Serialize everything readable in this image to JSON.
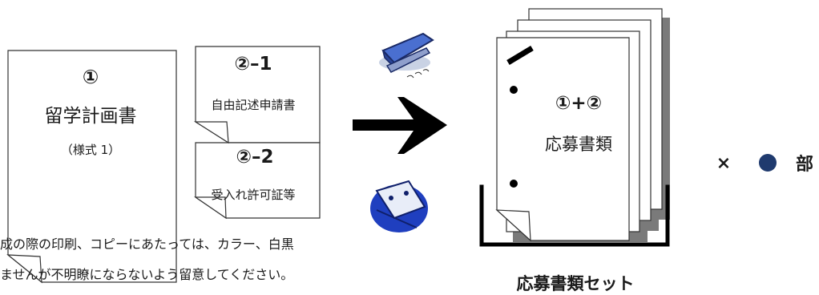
{
  "doc1": {
    "number": "①",
    "title": "留学計画書",
    "form": "（様式 1）"
  },
  "doc2_1": {
    "number": "②–1",
    "title": "自由記述申請書"
  },
  "doc2_2": {
    "number": "②–2",
    "title": "受入れ許可証等"
  },
  "set": {
    "number": "①+②",
    "title": "応募書類",
    "caption": "応募書類セット"
  },
  "count": {
    "times": "×",
    "unit": "部"
  },
  "note": {
    "line1": "成の際の印刷、コピーにあたっては、カラー、白黒",
    "line2": "ませんが不明瞭にならないよう留意してください。"
  },
  "icons": {
    "stapler": "stapler-icon",
    "hole_punch": "hole-punch-icon",
    "arrow": "right-arrow-icon",
    "blank": "blank-circle-icon"
  },
  "colors": {
    "ink": "#111111",
    "stapler_blue": "#4a6fd0",
    "punch_blue": "#1f3fbf",
    "dot": "#1f3a6e",
    "shadow": "#7a7a7a"
  }
}
